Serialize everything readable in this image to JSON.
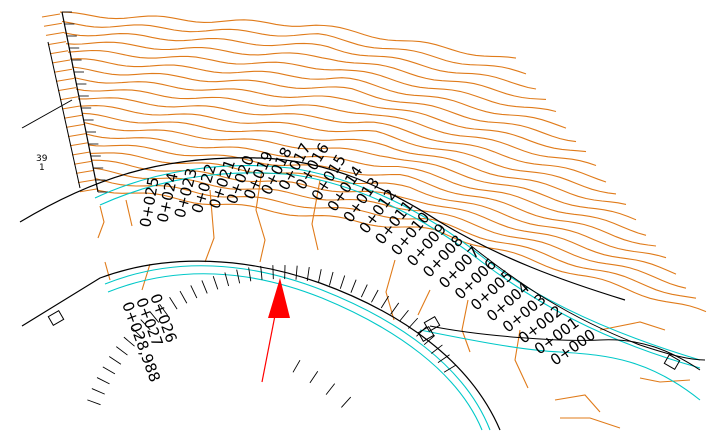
{
  "drawing": {
    "colors": {
      "contour": "#e07b1a",
      "line": "#000000",
      "alignment": "#00c8c8",
      "arrow": "#ff0000",
      "background": "#ffffff"
    },
    "point_label": {
      "number": "39",
      "code": "1"
    },
    "upper_stations": [
      "0+025",
      "0+024",
      "0+023",
      "0+022",
      "0+021",
      "0+020",
      "0+019",
      "0+018",
      "0+017",
      "0+016",
      "0+015",
      "0+014",
      "0+013",
      "0+012",
      "0+011",
      "0+010",
      "0+009",
      "0+008",
      "0+007",
      "0+006",
      "0+005",
      "0+004",
      "0+003",
      "0+002",
      "0+001",
      "0+000"
    ],
    "lower_stations": [
      "0+026",
      "0+027",
      "0+028,988"
    ],
    "icons": [
      "red-arrow-icon",
      "rectangle-marker-icon"
    ]
  }
}
